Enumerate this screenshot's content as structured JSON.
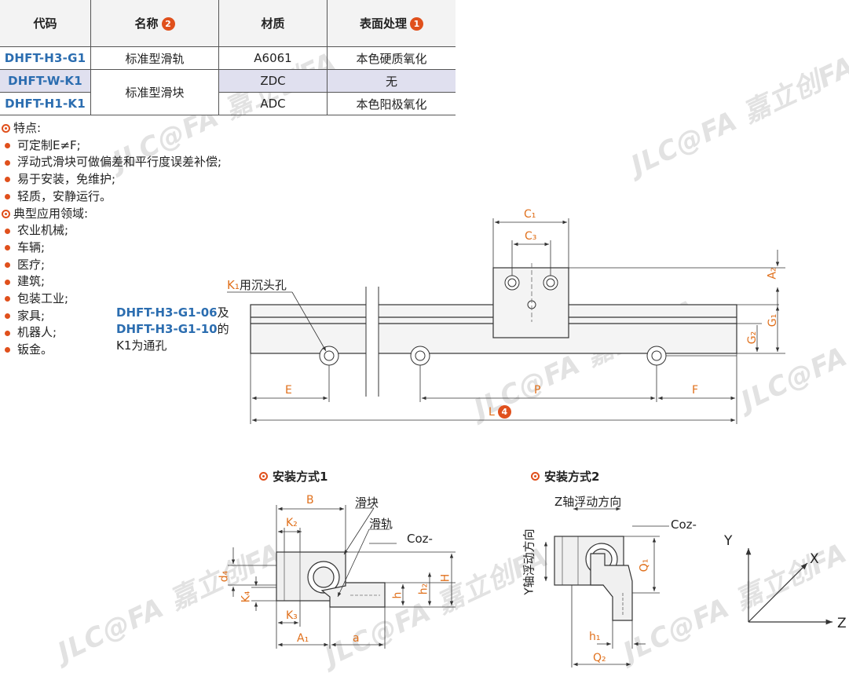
{
  "table": {
    "headers": [
      {
        "label": "代码",
        "badge": ""
      },
      {
        "label": "名称",
        "badge": "2"
      },
      {
        "label": "材质",
        "badge": ""
      },
      {
        "label": "表面处理",
        "badge": "1"
      }
    ],
    "rows": [
      {
        "code": "DHFT-H3-G1",
        "name": "标准型滑轨",
        "material": "A6061",
        "surface": "本色硬质氧化"
      },
      {
        "code": "DHFT-W-K1",
        "name": "标准型滑块",
        "material": "ZDC",
        "surface": "无"
      },
      {
        "code": "DHFT-H1-K1",
        "material": "ADC",
        "surface": "本色阳极氧化"
      }
    ]
  },
  "features": {
    "title": "特点:",
    "items": [
      "可定制E≠F;",
      "浮动式滑块可做偏差和平行度误差补偿;",
      "易于安装，免维护;",
      "轻质，安静运行。"
    ]
  },
  "applications": {
    "title": "典型应用领域:",
    "items": [
      "农业机械;",
      "车辆;",
      "医疗;",
      "建筑;",
      "包装工业;",
      "家具;",
      "机器人;",
      "钣金。"
    ]
  },
  "drawing": {
    "top_dims": {
      "C1": "C₁",
      "C3": "C₃",
      "A2": "A₂",
      "G1": "G₁",
      "G2": "G₂",
      "E": "E",
      "P": "P",
      "F": "F",
      "L": "L",
      "L_badge": "4"
    },
    "k1_label": {
      "k": "K₁",
      "rest": "用沉头孔"
    },
    "note": {
      "line1": "DHFT-H3-G1-06",
      "line1_suffix": "及",
      "line2": "DHFT-H3-G1-10",
      "line2_suffix": "的",
      "line3": "K1为通孔"
    },
    "mount1": {
      "title": "安装方式1",
      "slider": "滑块",
      "rail": "滑轨",
      "coz": "Coz-",
      "dims": {
        "B": "B",
        "K2": "K₂",
        "d4": "d₄",
        "K4": "K₄",
        "K3": "K₃",
        "A1": "A₁",
        "a": "a",
        "h": "h",
        "h2": "h₂",
        "H": "H"
      }
    },
    "mount2": {
      "title": "安装方式2",
      "z_dir": "Z轴浮动方向",
      "y_dir": "Y轴浮动方向",
      "coz": "Coz-",
      "dims": {
        "Q1": "Q₁",
        "h1": "h₁",
        "Q2": "Q₂"
      }
    },
    "axes": {
      "x": "X",
      "y": "Y",
      "z": "Z"
    }
  },
  "watermark": "JLC@FA 嘉立创FA",
  "colors": {
    "accent": "#e0501c",
    "code_blue": "#2b6db0",
    "dim_orange": "#e0701c",
    "highlight_row": "#e0e0ef"
  }
}
